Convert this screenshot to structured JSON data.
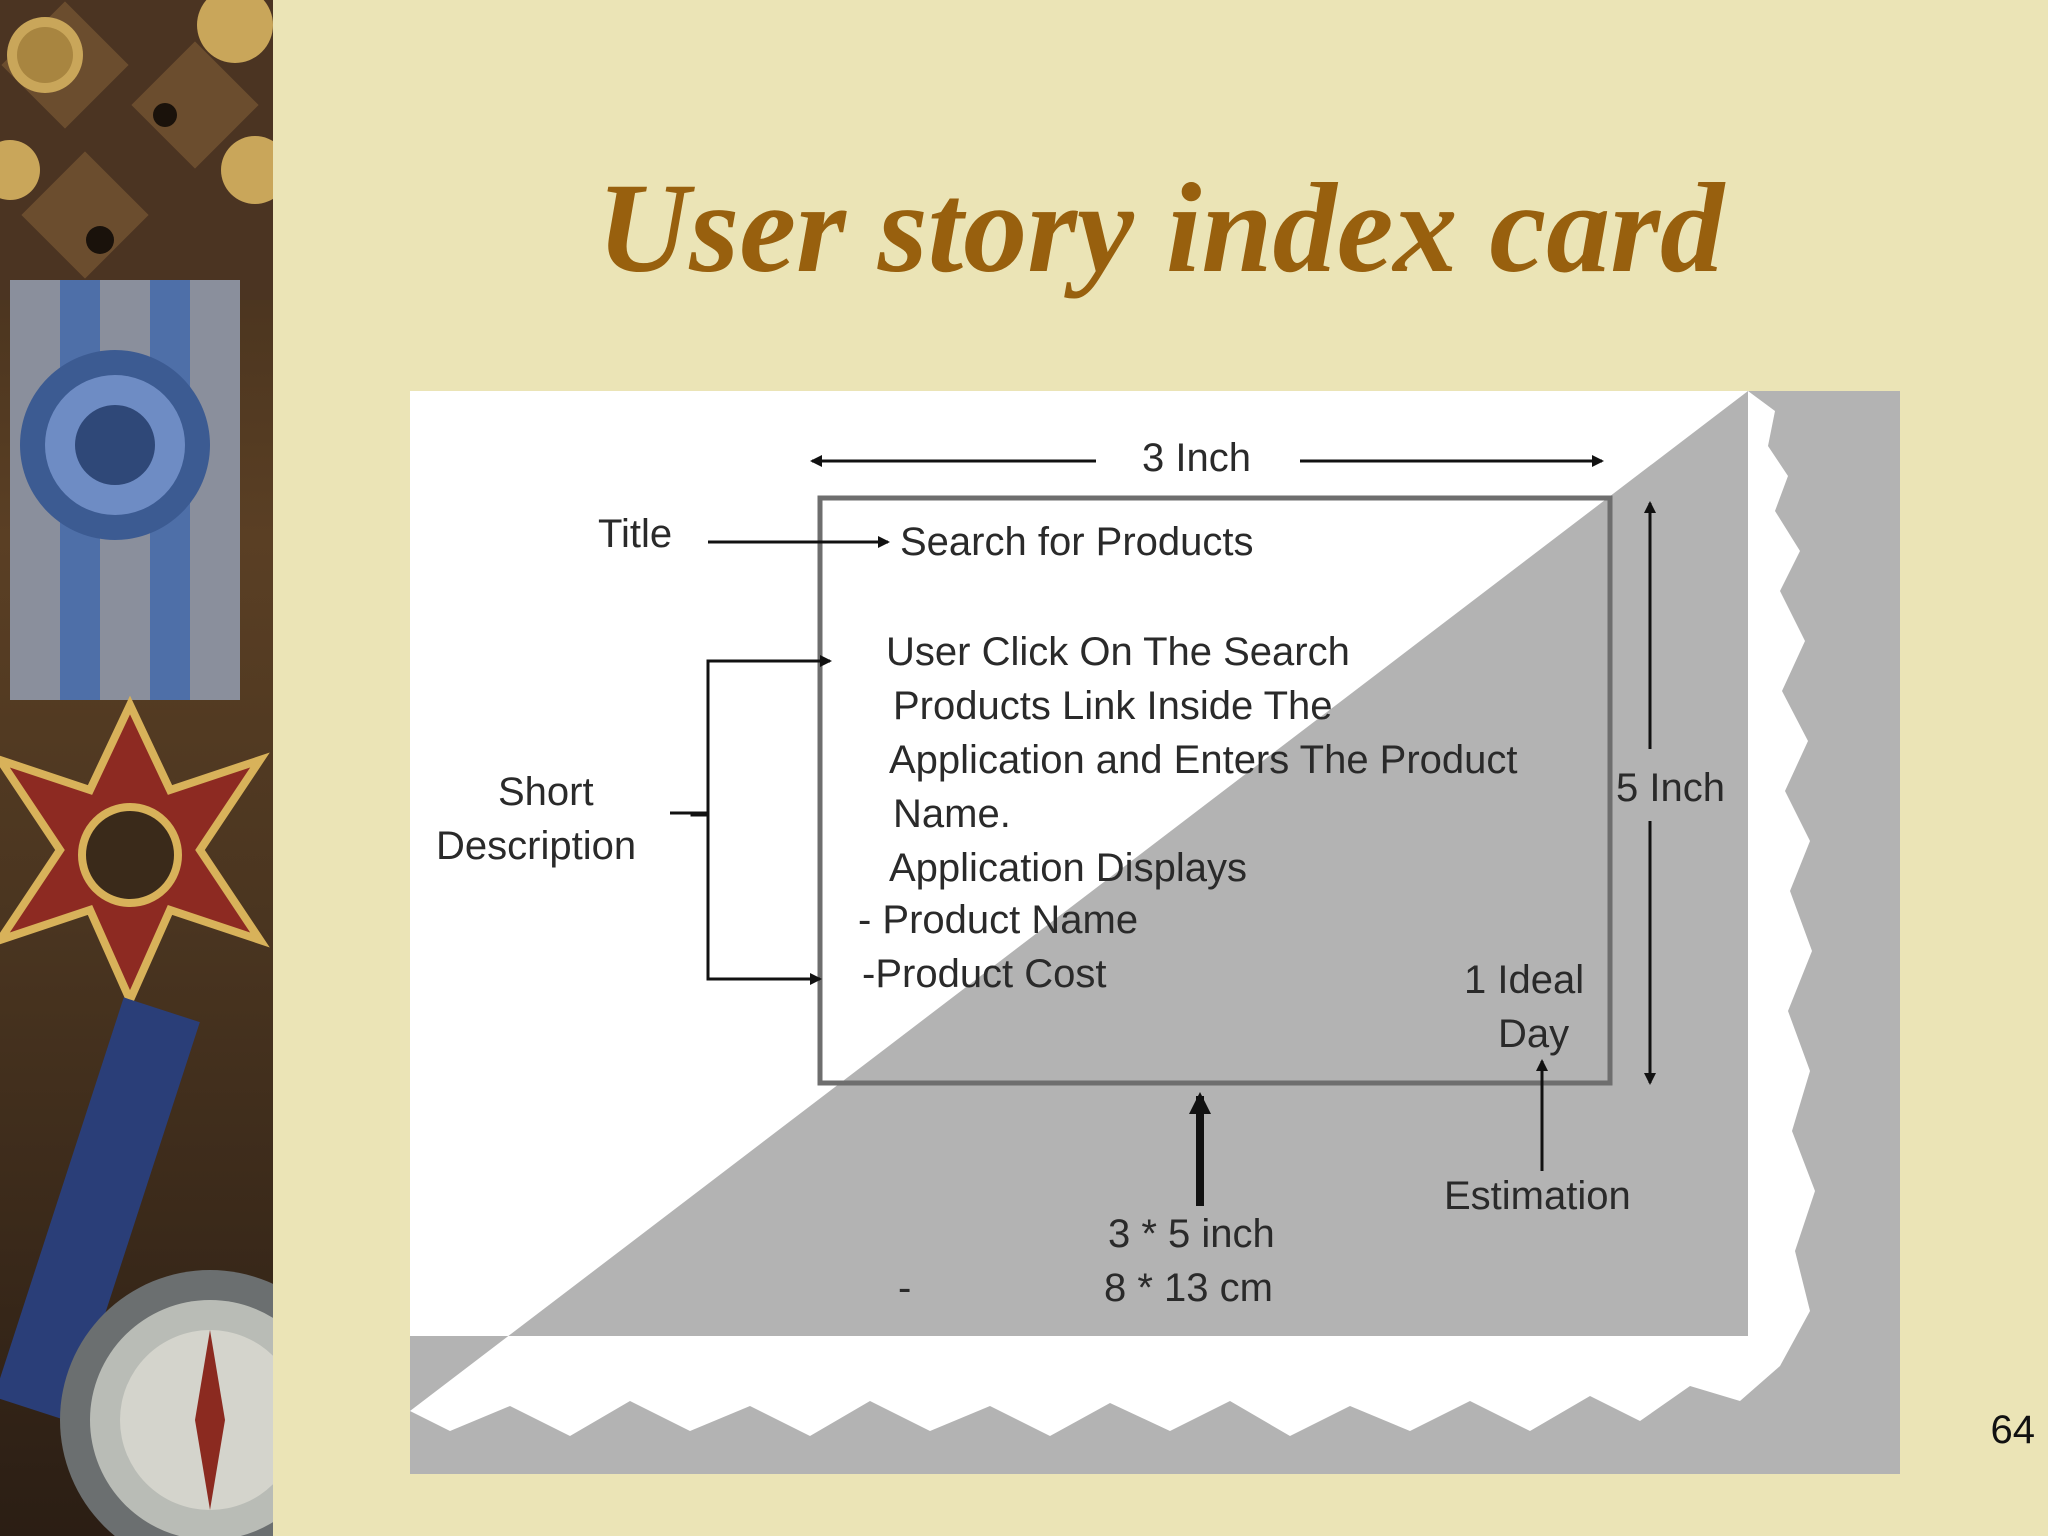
{
  "slide": {
    "title": "User story index card",
    "page_number": "64"
  },
  "diagram": {
    "width_label": "3 Inch",
    "height_label": "5 Inch",
    "title_label": "Title",
    "short_description_label": [
      "Short",
      "Description"
    ],
    "estimation_label": "Estimation",
    "card": {
      "title": "Search for Products",
      "description_lines": [
        "User Click On The Search",
        "Products Link Inside The",
        "Application and Enters The Product",
        "Name.",
        "Application Displays",
        "- Product Name",
        "-Product Cost"
      ],
      "estimate": [
        "1 Ideal",
        "Day"
      ]
    },
    "size_note": [
      "3 * 5 inch",
      "8 * 13 cm"
    ],
    "stray_dash": "-"
  },
  "colors": {
    "background": "#ebe4b6",
    "title": "#98600e",
    "card_border": "#6e6e6e",
    "shadow": "#b0b0b0"
  },
  "icons": [
    "medal-icon",
    "compass-icon"
  ]
}
